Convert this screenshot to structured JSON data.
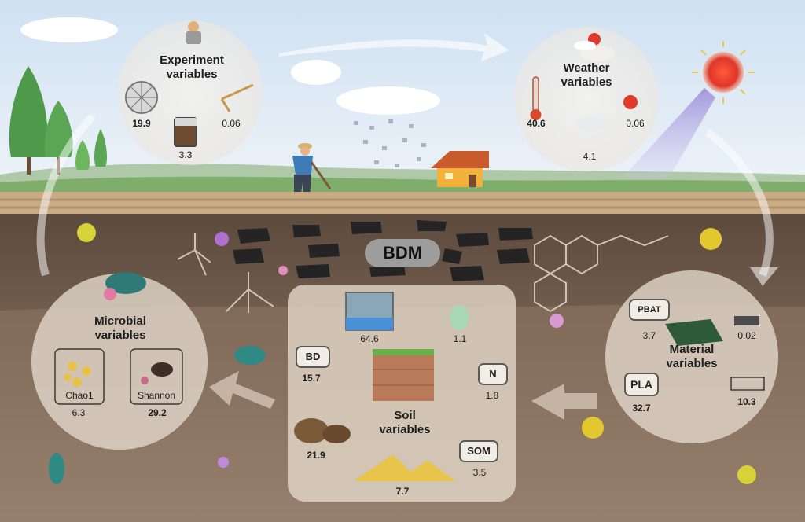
{
  "center_label": "BDM",
  "experiment": {
    "title_line1": "Experiment",
    "title_line2": "variables",
    "values": [
      "19.9",
      "3.3",
      "0.06"
    ]
  },
  "weather": {
    "title_line1": "Weather",
    "title_line2": "variables",
    "values": [
      "40.6",
      "4.1",
      "0.06"
    ]
  },
  "microbial": {
    "title_line1": "Microbial",
    "title_line2": "variables",
    "chao_label": "Chao1",
    "chao_value": "6.3",
    "shannon_label": "Shannon",
    "shannon_value": "29.2"
  },
  "soil": {
    "title_line1": "Soil",
    "title_line2": "variables",
    "bd_label": "BD",
    "bd_value": "15.7",
    "water_value": "64.6",
    "ph_value": "1.1",
    "n_label": "N",
    "n_value": "1.8",
    "rock_value": "21.9",
    "sand_value": "7.7",
    "som_label": "SOM",
    "som_value": "3.5"
  },
  "material": {
    "title_line1": "Material",
    "title_line2": "variables",
    "pbat_label": "PBAT",
    "pbat_value": "3.7",
    "film_value": "0.02",
    "pla_label": "PLA",
    "pla_value": "32.7",
    "thick_value": "10.3"
  },
  "colors": {
    "sky": "#d6e6f4",
    "soil_dark": "#6f5a4a",
    "soil_mid": "#8b7260",
    "soil_light": "#a08a76",
    "field": "#c9ad8a",
    "sun": "#e23c2c",
    "circle": "#e8e4e0"
  }
}
